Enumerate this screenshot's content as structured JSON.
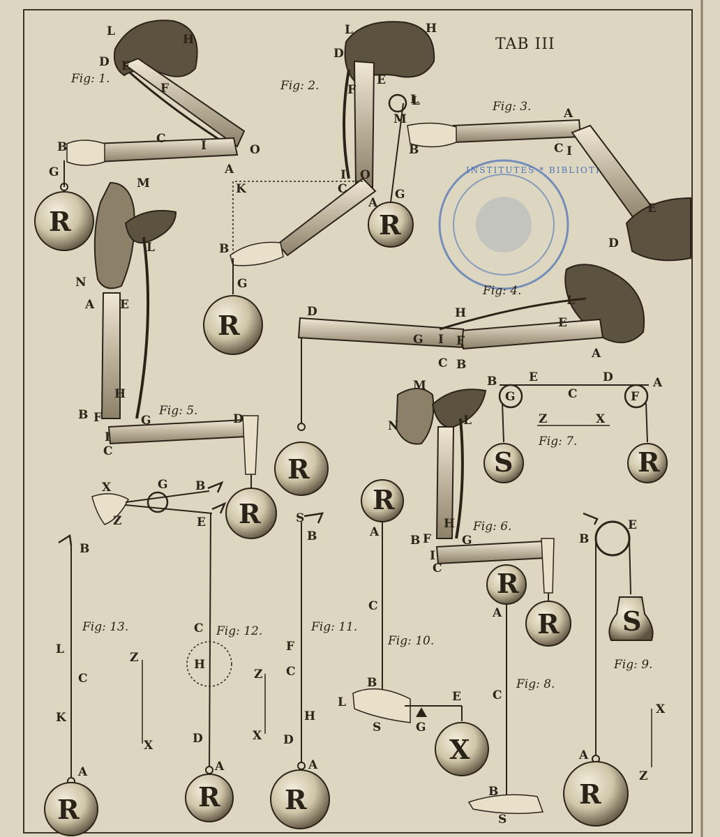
{
  "plate": {
    "title": "TAB III",
    "stamp_text": "INSTITUTES * BIBLIOTH"
  },
  "figures": {
    "f1": "Fig: 1.",
    "f2": "Fig: 2.",
    "f3": "Fig: 3.",
    "f4": "Fig: 4.",
    "f5": "Fig: 5.",
    "f6": "Fig: 6.",
    "f7": "Fig: 7.",
    "f8": "Fig: 8.",
    "f9": "Fig: 9.",
    "f10": "Fig: 10.",
    "f11": "Fig: 11.",
    "f12": "Fig: 12.",
    "f13": "Fig: 13."
  },
  "weights": {
    "r": "R",
    "s": "S",
    "x": "X"
  },
  "letters": {
    "A": "A",
    "B": "B",
    "C": "C",
    "D": "D",
    "E": "E",
    "F": "F",
    "G": "G",
    "H": "H",
    "I": "I",
    "K": "K",
    "L": "L",
    "M": "M",
    "N": "N",
    "O": "O",
    "S": "S",
    "X": "X",
    "Z": "Z"
  },
  "colors": {
    "paper": "#ddd6c0",
    "ink": "#2a2318",
    "stamp": "#4f74b6"
  }
}
